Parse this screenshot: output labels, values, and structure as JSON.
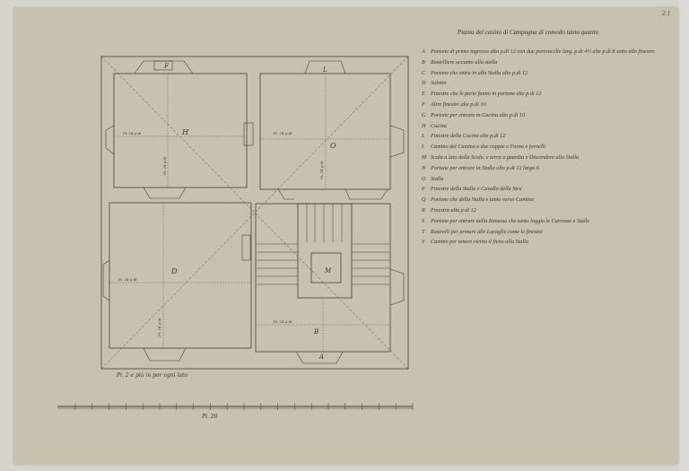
{
  "sheet_number": "2.1",
  "title": "Pianta del casino di Campagna di comodo tanto quanto",
  "legend": [
    {
      "letter": "A",
      "text": "Portone di primo ingresso alto p.di 12 con due portoncelle larg. p.di 4½ alte p.di 8 sotto alle finestre"
    },
    {
      "letter": "B",
      "text": "Rastelliere accanto alla stalla"
    },
    {
      "letter": "C",
      "text": "Portone che entra in alla Stalla alto p.di 12"
    },
    {
      "letter": "D",
      "text": "Salotto"
    },
    {
      "letter": "E",
      "text": "Finestre che le porte fanno in portone alte p.di 12"
    },
    {
      "letter": "F",
      "text": "Altre finestre alte p.di 10"
    },
    {
      "letter": "G",
      "text": "Portone per entrare in Cucina alto p.di 10"
    },
    {
      "letter": "H",
      "text": "Cucina"
    },
    {
      "letter": "L",
      "text": "Finestre della Cucina alte p.di 12"
    },
    {
      "letter": "I",
      "text": "Camino del Camino e due coppie e Forno e fornelli"
    },
    {
      "letter": "M",
      "text": "Scala a lato della Scala, e terra a guardia e Discendere alla Stalla"
    },
    {
      "letter": "N",
      "text": "Portone per entrare in Stalla alto p.di 12 largo 6"
    },
    {
      "letter": "O",
      "text": "Stalla"
    },
    {
      "letter": "P",
      "text": "Finestre della Stalla e Cavallo della Stra"
    },
    {
      "letter": "Q",
      "text": "Portone che della Stalla e tanto verso Cantina"
    },
    {
      "letter": "R",
      "text": "Finestra alta p.di 12"
    },
    {
      "letter": "S",
      "text": "Portone per entrare nella Rimessa che tanto loggia le Carrozze e Stalle"
    },
    {
      "letter": "T",
      "text": "Rastrelli per armare alle Lucaglie come le finestre"
    },
    {
      "letter": "V",
      "text": "Camino per tenere vicino il fieno alla Stalla"
    }
  ],
  "plan": {
    "room_letters": {
      "kitchen": "H",
      "stable": "O",
      "salon": "D",
      "stair": "M",
      "entrance": "A",
      "bottom_right": "B",
      "top_window": "F",
      "top_right_window": "L"
    },
    "dimensions": {
      "kitchen_w": "Pi. 24 p.di",
      "kitchen_h": "Pi. 24 p.di",
      "stable_w": "Pi. 24 p.di",
      "stable_h": "Pi. 24 p.di",
      "salon_w": "Pi. 24 p.di",
      "salon_h": "Pi. 24 p.di",
      "bottom_w": "Pi. 24 p.di"
    },
    "wall_note": "Pi. 2 e più in per ogni lato"
  },
  "scale": {
    "label": "Pi. 20",
    "ticks": 20
  }
}
